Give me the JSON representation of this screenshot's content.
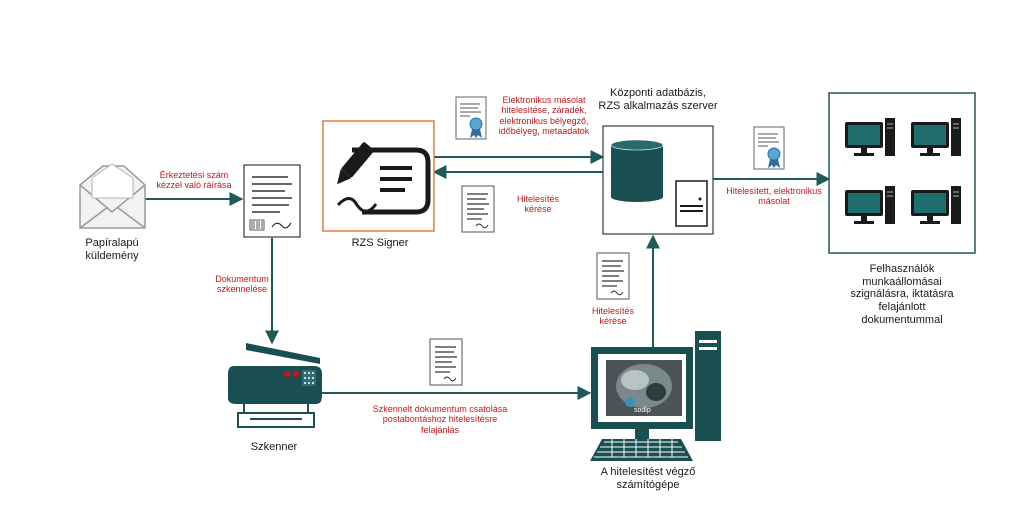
{
  "nodes": {
    "mail": {
      "label": "Papíralapú küldemény"
    },
    "signer": {
      "label": "RZS Signer"
    },
    "server": {
      "label": "Központi adatbázis, RZS alkalmazás szerver"
    },
    "users": {
      "label": "Felhasználók munkaállomásai szignálásra, iktatásra felajánlott dokumentummal"
    },
    "scanner": {
      "label": "Szkenner"
    },
    "computer": {
      "label": "A hitelesítést végző számítógépe",
      "screen_brand": "sodip"
    }
  },
  "edges": {
    "arrival": {
      "label": "Érkeztetési szám kézzel való ráírása"
    },
    "scan": {
      "label": "Dokumentum szkennelése"
    },
    "attach": {
      "label": "Szkennelt dokumentum csatolása postabontáshoz hitelesítésre felajánlás"
    },
    "request_server": {
      "label": "Hitelesítés kérése"
    },
    "request_signer": {
      "label": "Hitelesítés kérése"
    },
    "signed_copy": {
      "label": "Elektronikus másolat hitelesítése, záradék, elektronikus bélyegző, időbélyeg, metaadatok"
    },
    "to_users": {
      "label": "Hitelesített, elektronikus másolat"
    }
  },
  "colors": {
    "arrow": "#1f5a5a",
    "accent": "#c0171d",
    "signer_border": "#e07b39",
    "server": "#1a4f52"
  }
}
